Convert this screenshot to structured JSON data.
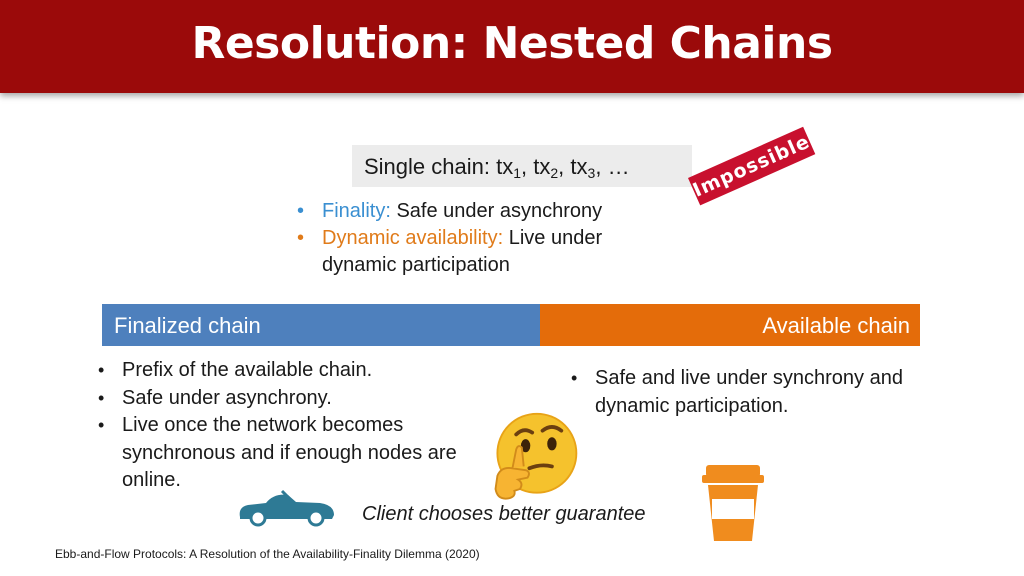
{
  "title": "Resolution: Nested Chains",
  "single_chain": {
    "prefix": "Single chain: ",
    "tx1": "tx",
    "sub1": "1",
    "tx2": "tx",
    "sub2": "2",
    "tx3": "tx",
    "sub3": "3",
    "sep": ", ",
    "ellipsis": "…"
  },
  "impossible_label": "Impossible!",
  "properties": [
    {
      "bullet": "•",
      "term": "Finality:",
      "text": " Safe under asynchrony",
      "term_color": "#3a8fd1"
    },
    {
      "bullet": "•",
      "term": "Dynamic availability:",
      "text": " Live under dynamic participation",
      "term_color": "#e07b1a"
    }
  ],
  "finalized_chain": {
    "label": "Finalized chain",
    "color": "#4e80bd",
    "bullets": [
      "Prefix of the available chain.",
      "Safe under asynchrony.",
      "Live once the network becomes synchronous and if enough nodes are online."
    ]
  },
  "available_chain": {
    "label": "Available chain",
    "color": "#e46c0a",
    "bullets": [
      "Safe and live under synchrony and dynamic participation."
    ]
  },
  "bullet_char": "•",
  "client_caption": "Client chooses better guarantee",
  "footer": "Ebb-and-Flow Protocols: A Resolution of the Availability-Finality Dilemma (2020)",
  "icons": {
    "thinking": "thinking-face-emoji",
    "car": "convertible-car-icon",
    "cup": "coffee-cup-icon"
  },
  "colors": {
    "title_bar": "#9b0a0a",
    "stamp": "#c8102e"
  }
}
